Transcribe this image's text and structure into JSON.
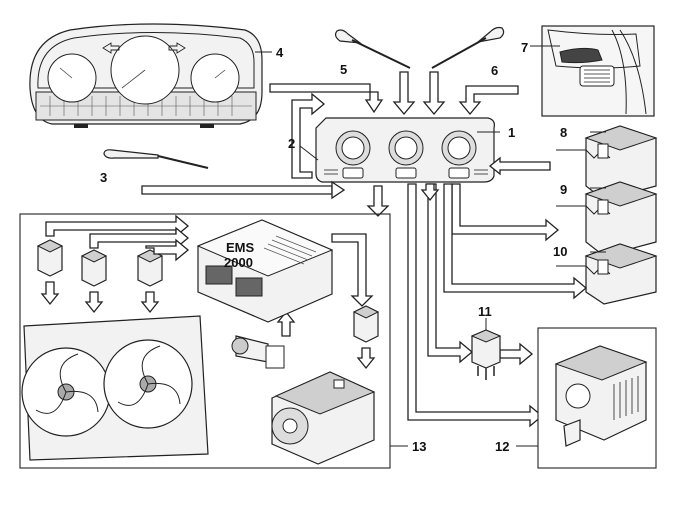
{
  "callouts": [
    {
      "id": "1",
      "label": "1"
    },
    {
      "id": "2",
      "label": "2"
    },
    {
      "id": "3",
      "label": "3"
    },
    {
      "id": "4",
      "label": "4"
    },
    {
      "id": "5",
      "label": "5"
    },
    {
      "id": "6",
      "label": "6"
    },
    {
      "id": "7",
      "label": "7"
    },
    {
      "id": "8",
      "label": "8"
    },
    {
      "id": "9",
      "label": "9"
    },
    {
      "id": "10",
      "label": "10"
    },
    {
      "id": "11",
      "label": "11"
    },
    {
      "id": "12",
      "label": "12"
    },
    {
      "id": "13",
      "label": "13"
    }
  ],
  "ecu": {
    "line1": "EMS",
    "line2": "2000"
  },
  "icons": {
    "instrument": "instrument-cluster-icon",
    "control": "heater-control-panel-icon",
    "sensor": "temperature-sensor-probe-icon",
    "vent": "dashboard-vent-icon",
    "motor": "flap-motor-actuator-icon",
    "relay": "relay-icon",
    "blower": "blower-housing-icon",
    "fan": "radiator-cooling-fan-icon",
    "ecu": "engine-control-unit-icon",
    "compressor": "ac-compressor-icon",
    "pressure": "pressure-switch-icon"
  }
}
